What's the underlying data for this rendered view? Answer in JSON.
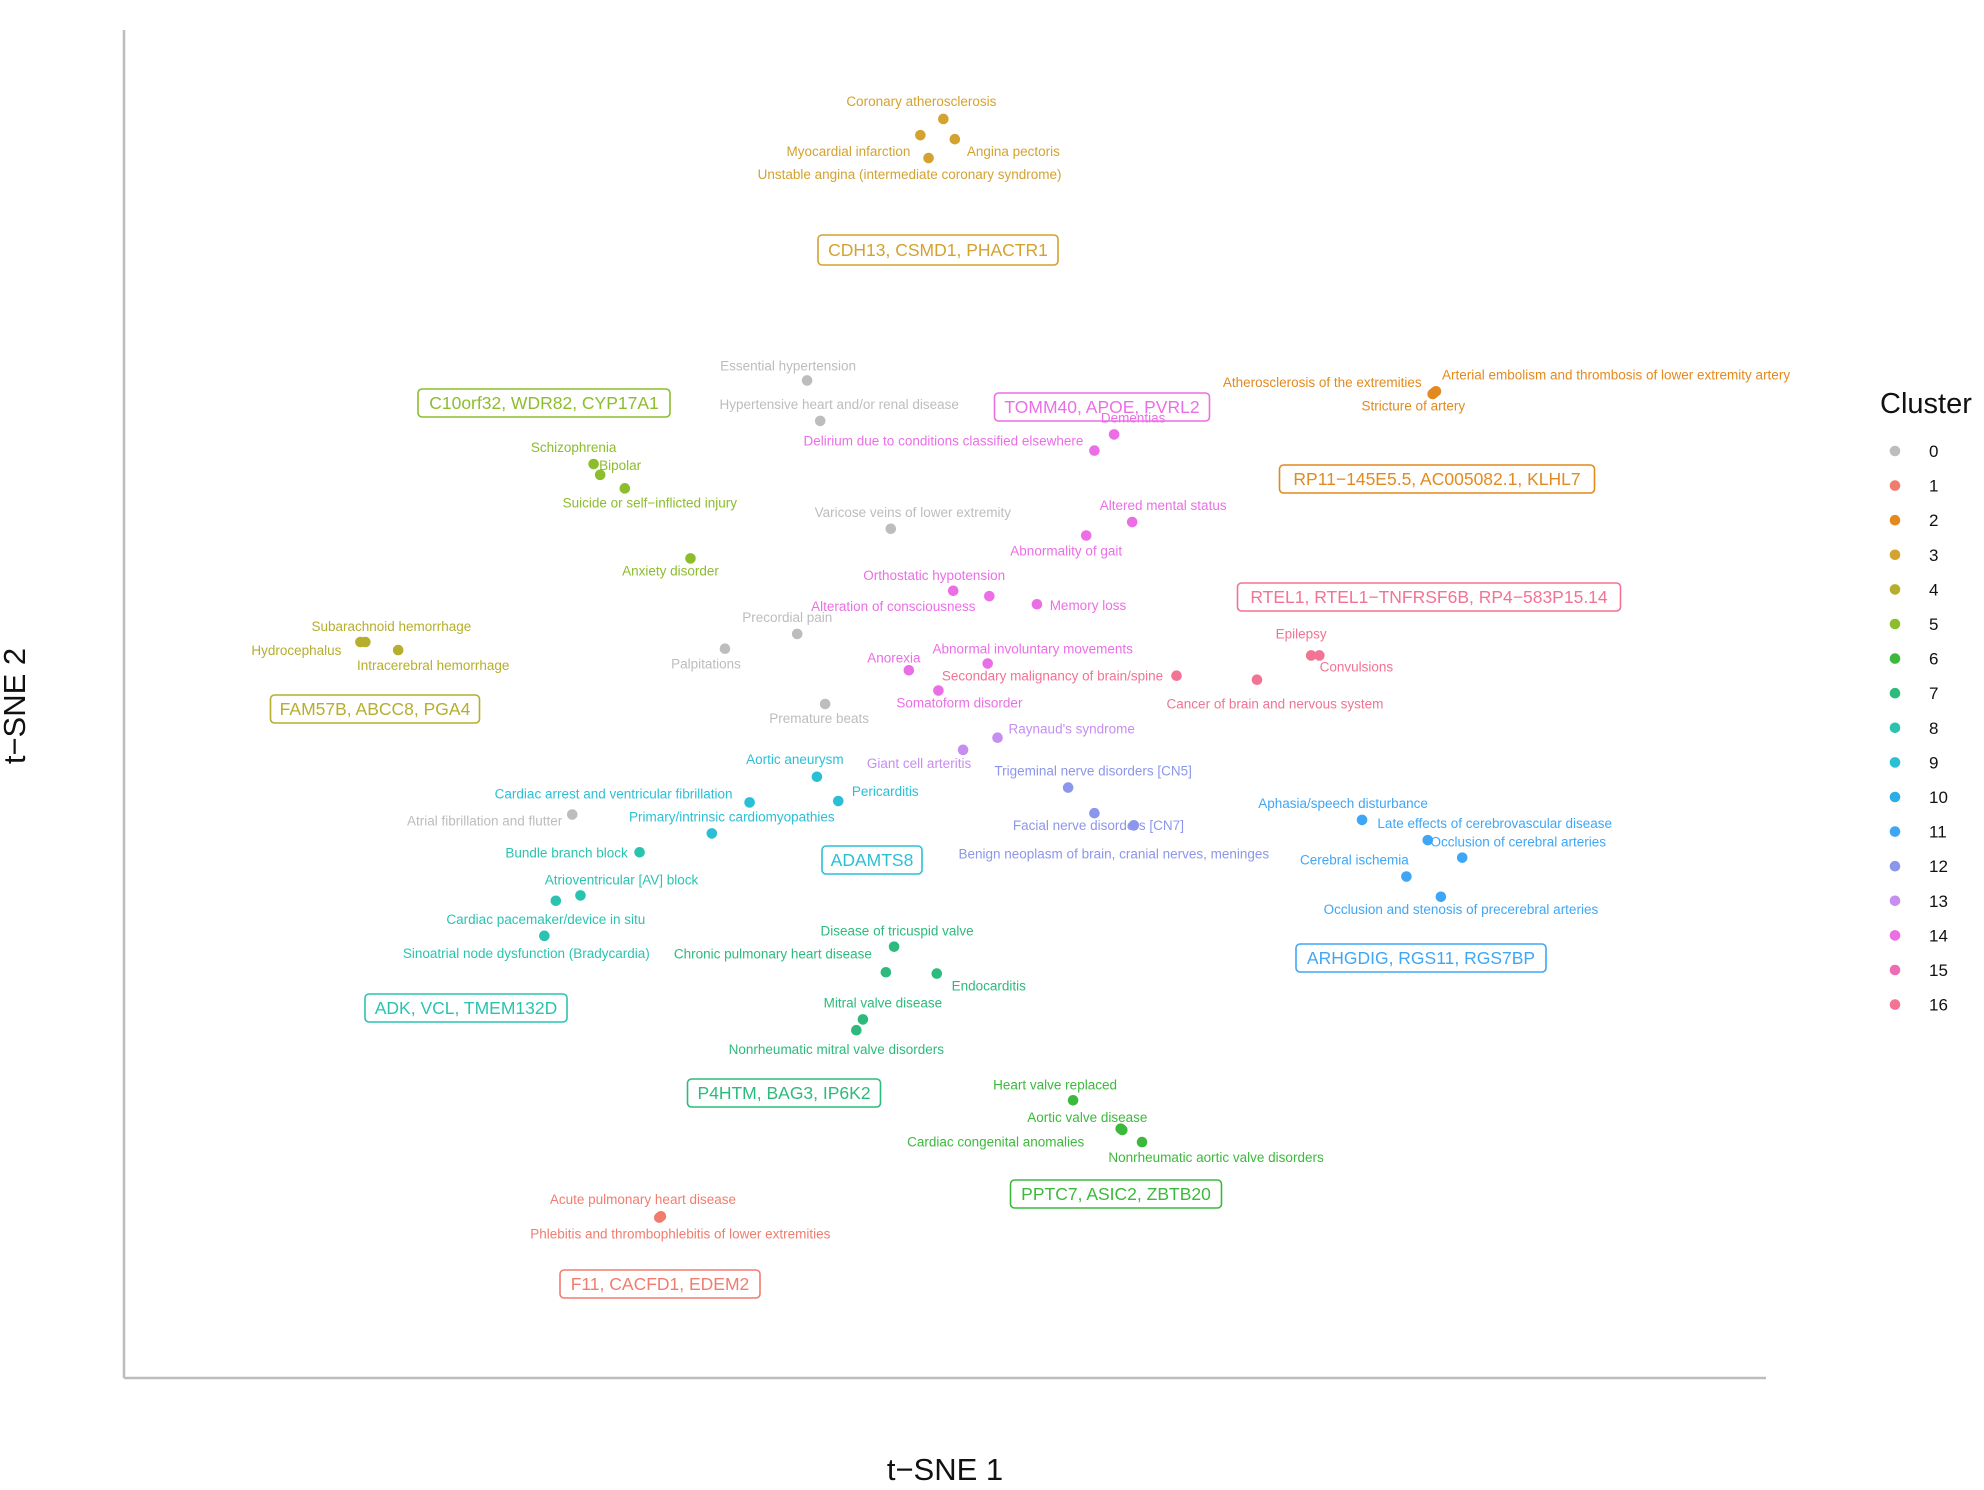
{
  "chart_data": {
    "type": "scatter",
    "xlabel": "t−SNE 1",
    "ylabel": "t−SNE 2",
    "xlim": [
      0,
      100
    ],
    "ylim": [
      0,
      100
    ],
    "grid": false,
    "legend": {
      "title": "Cluster",
      "position": "right",
      "entries": [
        {
          "cluster": "0",
          "color": "#bdbdbd"
        },
        {
          "cluster": "1",
          "color": "#f17c6e"
        },
        {
          "cluster": "2",
          "color": "#e28a1e"
        },
        {
          "cluster": "3",
          "color": "#d4a22f"
        },
        {
          "cluster": "4",
          "color": "#b6ae2c"
        },
        {
          "cluster": "5",
          "color": "#8cbd2c"
        },
        {
          "cluster": "6",
          "color": "#3cb93c"
        },
        {
          "cluster": "7",
          "color": "#2cbb7c"
        },
        {
          "cluster": "8",
          "color": "#2ac3b0"
        },
        {
          "cluster": "9",
          "color": "#2bbfd6"
        },
        {
          "cluster": "10",
          "color": "#29aee8"
        },
        {
          "cluster": "11",
          "color": "#3fa6f5"
        },
        {
          "cluster": "12",
          "color": "#8c96ea"
        },
        {
          "cluster": "13",
          "color": "#c68ef0"
        },
        {
          "cluster": "14",
          "color": "#eb6ee6"
        },
        {
          "cluster": "15",
          "color": "#ee6cb4"
        },
        {
          "cluster": "16",
          "color": "#f27394"
        }
      ]
    },
    "points": [
      {
        "label": "Coronary atherosclerosis",
        "cluster": "3",
        "x": 49.9,
        "y": 93.4
      },
      {
        "label": "Myocardial infarction",
        "cluster": "3",
        "x": 48.5,
        "y": 92.2
      },
      {
        "label": "Angina pectoris",
        "cluster": "3",
        "x": 50.6,
        "y": 91.9
      },
      {
        "label": "Unstable angina (intermediate coronary syndrome)",
        "cluster": "3",
        "x": 49.0,
        "y": 90.5
      },
      {
        "label": "Essential hypertension",
        "cluster": "0",
        "x": 41.6,
        "y": 74.0
      },
      {
        "label": "Hypertensive heart and/or renal disease",
        "cluster": "0",
        "x": 42.4,
        "y": 71.0
      },
      {
        "label": "Varicose veins of lower extremity",
        "cluster": "0",
        "x": 46.7,
        "y": 63.0
      },
      {
        "label": "Precordial pain",
        "cluster": "0",
        "x": 41.0,
        "y": 55.2
      },
      {
        "label": "Palpitations",
        "cluster": "0",
        "x": 36.6,
        "y": 54.1
      },
      {
        "label": "Premature beats",
        "cluster": "0",
        "x": 42.7,
        "y": 50.0
      },
      {
        "label": "Atrial fibrillation and flutter",
        "cluster": "0",
        "x": 27.3,
        "y": 41.8
      },
      {
        "label": "Atherosclerosis of the extremities",
        "cluster": "2",
        "x": 79.7,
        "y": 73.0
      },
      {
        "label": "Arterial embolism and thrombosis of lower extremity artery",
        "cluster": "2",
        "x": 79.9,
        "y": 73.2
      },
      {
        "label": "Stricture of artery",
        "cluster": "2",
        "x": 79.8,
        "y": 73.1
      },
      {
        "label": "Schizophrenia",
        "cluster": "5",
        "x": 28.6,
        "y": 67.8
      },
      {
        "label": "Bipolar",
        "cluster": "5",
        "x": 29.0,
        "y": 67.0
      },
      {
        "label": "Suicide or self−inflicted injury",
        "cluster": "5",
        "x": 30.5,
        "y": 66.0
      },
      {
        "label": "Anxiety disorder",
        "cluster": "5",
        "x": 34.5,
        "y": 60.8
      },
      {
        "label": "Subarachnoid hemorrhage",
        "cluster": "4",
        "x": 14.7,
        "y": 54.6
      },
      {
        "label": "Hydrocephalus",
        "cluster": "4",
        "x": 14.4,
        "y": 54.6
      },
      {
        "label": "Intracerebral hemorrhage",
        "cluster": "4",
        "x": 16.7,
        "y": 54.0
      },
      {
        "label": "Dementias",
        "cluster": "14",
        "x": 60.3,
        "y": 70.0
      },
      {
        "label": "Delirium due to conditions classified elsewhere",
        "cluster": "14",
        "x": 59.1,
        "y": 68.8
      },
      {
        "label": "Altered mental status",
        "cluster": "14",
        "x": 61.4,
        "y": 63.5
      },
      {
        "label": "Abnormality of gait",
        "cluster": "14",
        "x": 58.6,
        "y": 62.5
      },
      {
        "label": "Orthostatic hypotension",
        "cluster": "14",
        "x": 50.5,
        "y": 58.4
      },
      {
        "label": "Alteration of consciousness",
        "cluster": "14",
        "x": 52.7,
        "y": 58.0
      },
      {
        "label": "Memory loss",
        "cluster": "14",
        "x": 55.6,
        "y": 57.4
      },
      {
        "label": "Abnormal involuntary movements",
        "cluster": "14",
        "x": 52.6,
        "y": 53.0
      },
      {
        "label": "Anorexia",
        "cluster": "14",
        "x": 47.8,
        "y": 52.5
      },
      {
        "label": "Somatoform disorder",
        "cluster": "14",
        "x": 49.6,
        "y": 51.0
      },
      {
        "label": "Secondary malignancy of brain/spine",
        "cluster": "16",
        "x": 64.1,
        "y": 52.1
      },
      {
        "label": "Cancer of brain and nervous system",
        "cluster": "16",
        "x": 69.0,
        "y": 51.8
      },
      {
        "label": "Epilepsy",
        "cluster": "16",
        "x": 72.3,
        "y": 53.6
      },
      {
        "label": "Convulsions",
        "cluster": "16",
        "x": 72.8,
        "y": 53.6
      },
      {
        "label": "Raynaud's syndrome",
        "cluster": "13",
        "x": 53.2,
        "y": 47.5
      },
      {
        "label": "Giant cell arteritis",
        "cluster": "13",
        "x": 51.1,
        "y": 46.6
      },
      {
        "label": "Trigeminal nerve disorders [CN5]",
        "cluster": "12",
        "x": 57.5,
        "y": 43.8
      },
      {
        "label": "Facial nerve disorders [CN7]",
        "cluster": "12",
        "x": 59.1,
        "y": 41.9
      },
      {
        "label": "Benign neoplasm of brain, cranial nerves, meninges",
        "cluster": "12",
        "x": 61.5,
        "y": 41.0
      },
      {
        "label": "Aortic aneurysm",
        "cluster": "9",
        "x": 42.2,
        "y": 44.6
      },
      {
        "label": "Pericarditis",
        "cluster": "9",
        "x": 43.5,
        "y": 42.8
      },
      {
        "label": "Cardiac arrest and ventricular fibrillation",
        "cluster": "9",
        "x": 38.1,
        "y": 42.7
      },
      {
        "label": "Primary/intrinsic cardiomyopathies",
        "cluster": "9",
        "x": 35.8,
        "y": 40.4
      },
      {
        "label": "Bundle branch block",
        "cluster": "8",
        "x": 31.4,
        "y": 39.0
      },
      {
        "label": "Atrioventricular [AV] block",
        "cluster": "8",
        "x": 27.8,
        "y": 35.8
      },
      {
        "label": "Cardiac pacemaker/device in situ",
        "cluster": "8",
        "x": 26.3,
        "y": 35.4
      },
      {
        "label": "Sinoatrial node dysfunction (Bradycardia)",
        "cluster": "8",
        "x": 25.6,
        "y": 32.8
      },
      {
        "label": "Aphasia/speech disturbance",
        "cluster": "11",
        "x": 75.4,
        "y": 41.4
      },
      {
        "label": "Late effects of cerebrovascular disease",
        "cluster": "11",
        "x": 79.4,
        "y": 39.9
      },
      {
        "label": "Cerebral ischemia",
        "cluster": "11",
        "x": 78.1,
        "y": 37.2
      },
      {
        "label": "Occlusion of cerebral arteries",
        "cluster": "11",
        "x": 81.5,
        "y": 38.6
      },
      {
        "label": "Occlusion and stenosis of precerebral arteries",
        "cluster": "11",
        "x": 80.2,
        "y": 35.7
      },
      {
        "label": "Disease of tricuspid valve",
        "cluster": "7",
        "x": 46.9,
        "y": 32.0
      },
      {
        "label": "Chronic pulmonary heart disease",
        "cluster": "7",
        "x": 46.4,
        "y": 30.1
      },
      {
        "label": "Endocarditis",
        "cluster": "7",
        "x": 49.5,
        "y": 30.0
      },
      {
        "label": "Mitral valve disease",
        "cluster": "7",
        "x": 45.0,
        "y": 26.6
      },
      {
        "label": "Nonrheumatic mitral valve disorders",
        "cluster": "7",
        "x": 44.6,
        "y": 25.8
      },
      {
        "label": "Heart valve replaced",
        "cluster": "6",
        "x": 57.8,
        "y": 20.6
      },
      {
        "label": "Aortic valve disease",
        "cluster": "6",
        "x": 60.8,
        "y": 18.4
      },
      {
        "label": "Cardiac congenital anomalies",
        "cluster": "6",
        "x": 60.7,
        "y": 18.5
      },
      {
        "label": "Nonrheumatic aortic valve disorders",
        "cluster": "6",
        "x": 62.0,
        "y": 17.5
      },
      {
        "label": "Acute pulmonary heart disease",
        "cluster": "1",
        "x": 32.7,
        "y": 12.0
      },
      {
        "label": "Phlebitis and thrombophlebitis of lower extremities",
        "cluster": "1",
        "x": 32.6,
        "y": 11.9
      }
    ],
    "gene_boxes": [
      {
        "text": "CDH13, CSMD1, PHACTR1",
        "cluster": "3"
      },
      {
        "text": "C10orf32, WDR82, CYP17A1",
        "cluster": "5"
      },
      {
        "text": "TOMM40, APOE, PVRL2",
        "cluster": "14"
      },
      {
        "text": "RP11−145E5.5, AC005082.1, KLHL7",
        "cluster": "2"
      },
      {
        "text": "RTEL1, RTEL1−TNFRSF6B, RP4−583P15.14",
        "cluster": "16"
      },
      {
        "text": "FAM57B, ABCC8, PGA4",
        "cluster": "4"
      },
      {
        "text": "ADAMTS8",
        "cluster": "9"
      },
      {
        "text": "ADK, VCL, TMEM132D",
        "cluster": "8"
      },
      {
        "text": "ARHGDIG, RGS11, RGS7BP",
        "cluster": "11"
      },
      {
        "text": "P4HTM, BAG3, IP6K2",
        "cluster": "7"
      },
      {
        "text": "PPTC7, ASIC2, ZBTB20",
        "cluster": "6"
      },
      {
        "text": "F11, CACFD1, EDEM2",
        "cluster": "1"
      }
    ]
  }
}
